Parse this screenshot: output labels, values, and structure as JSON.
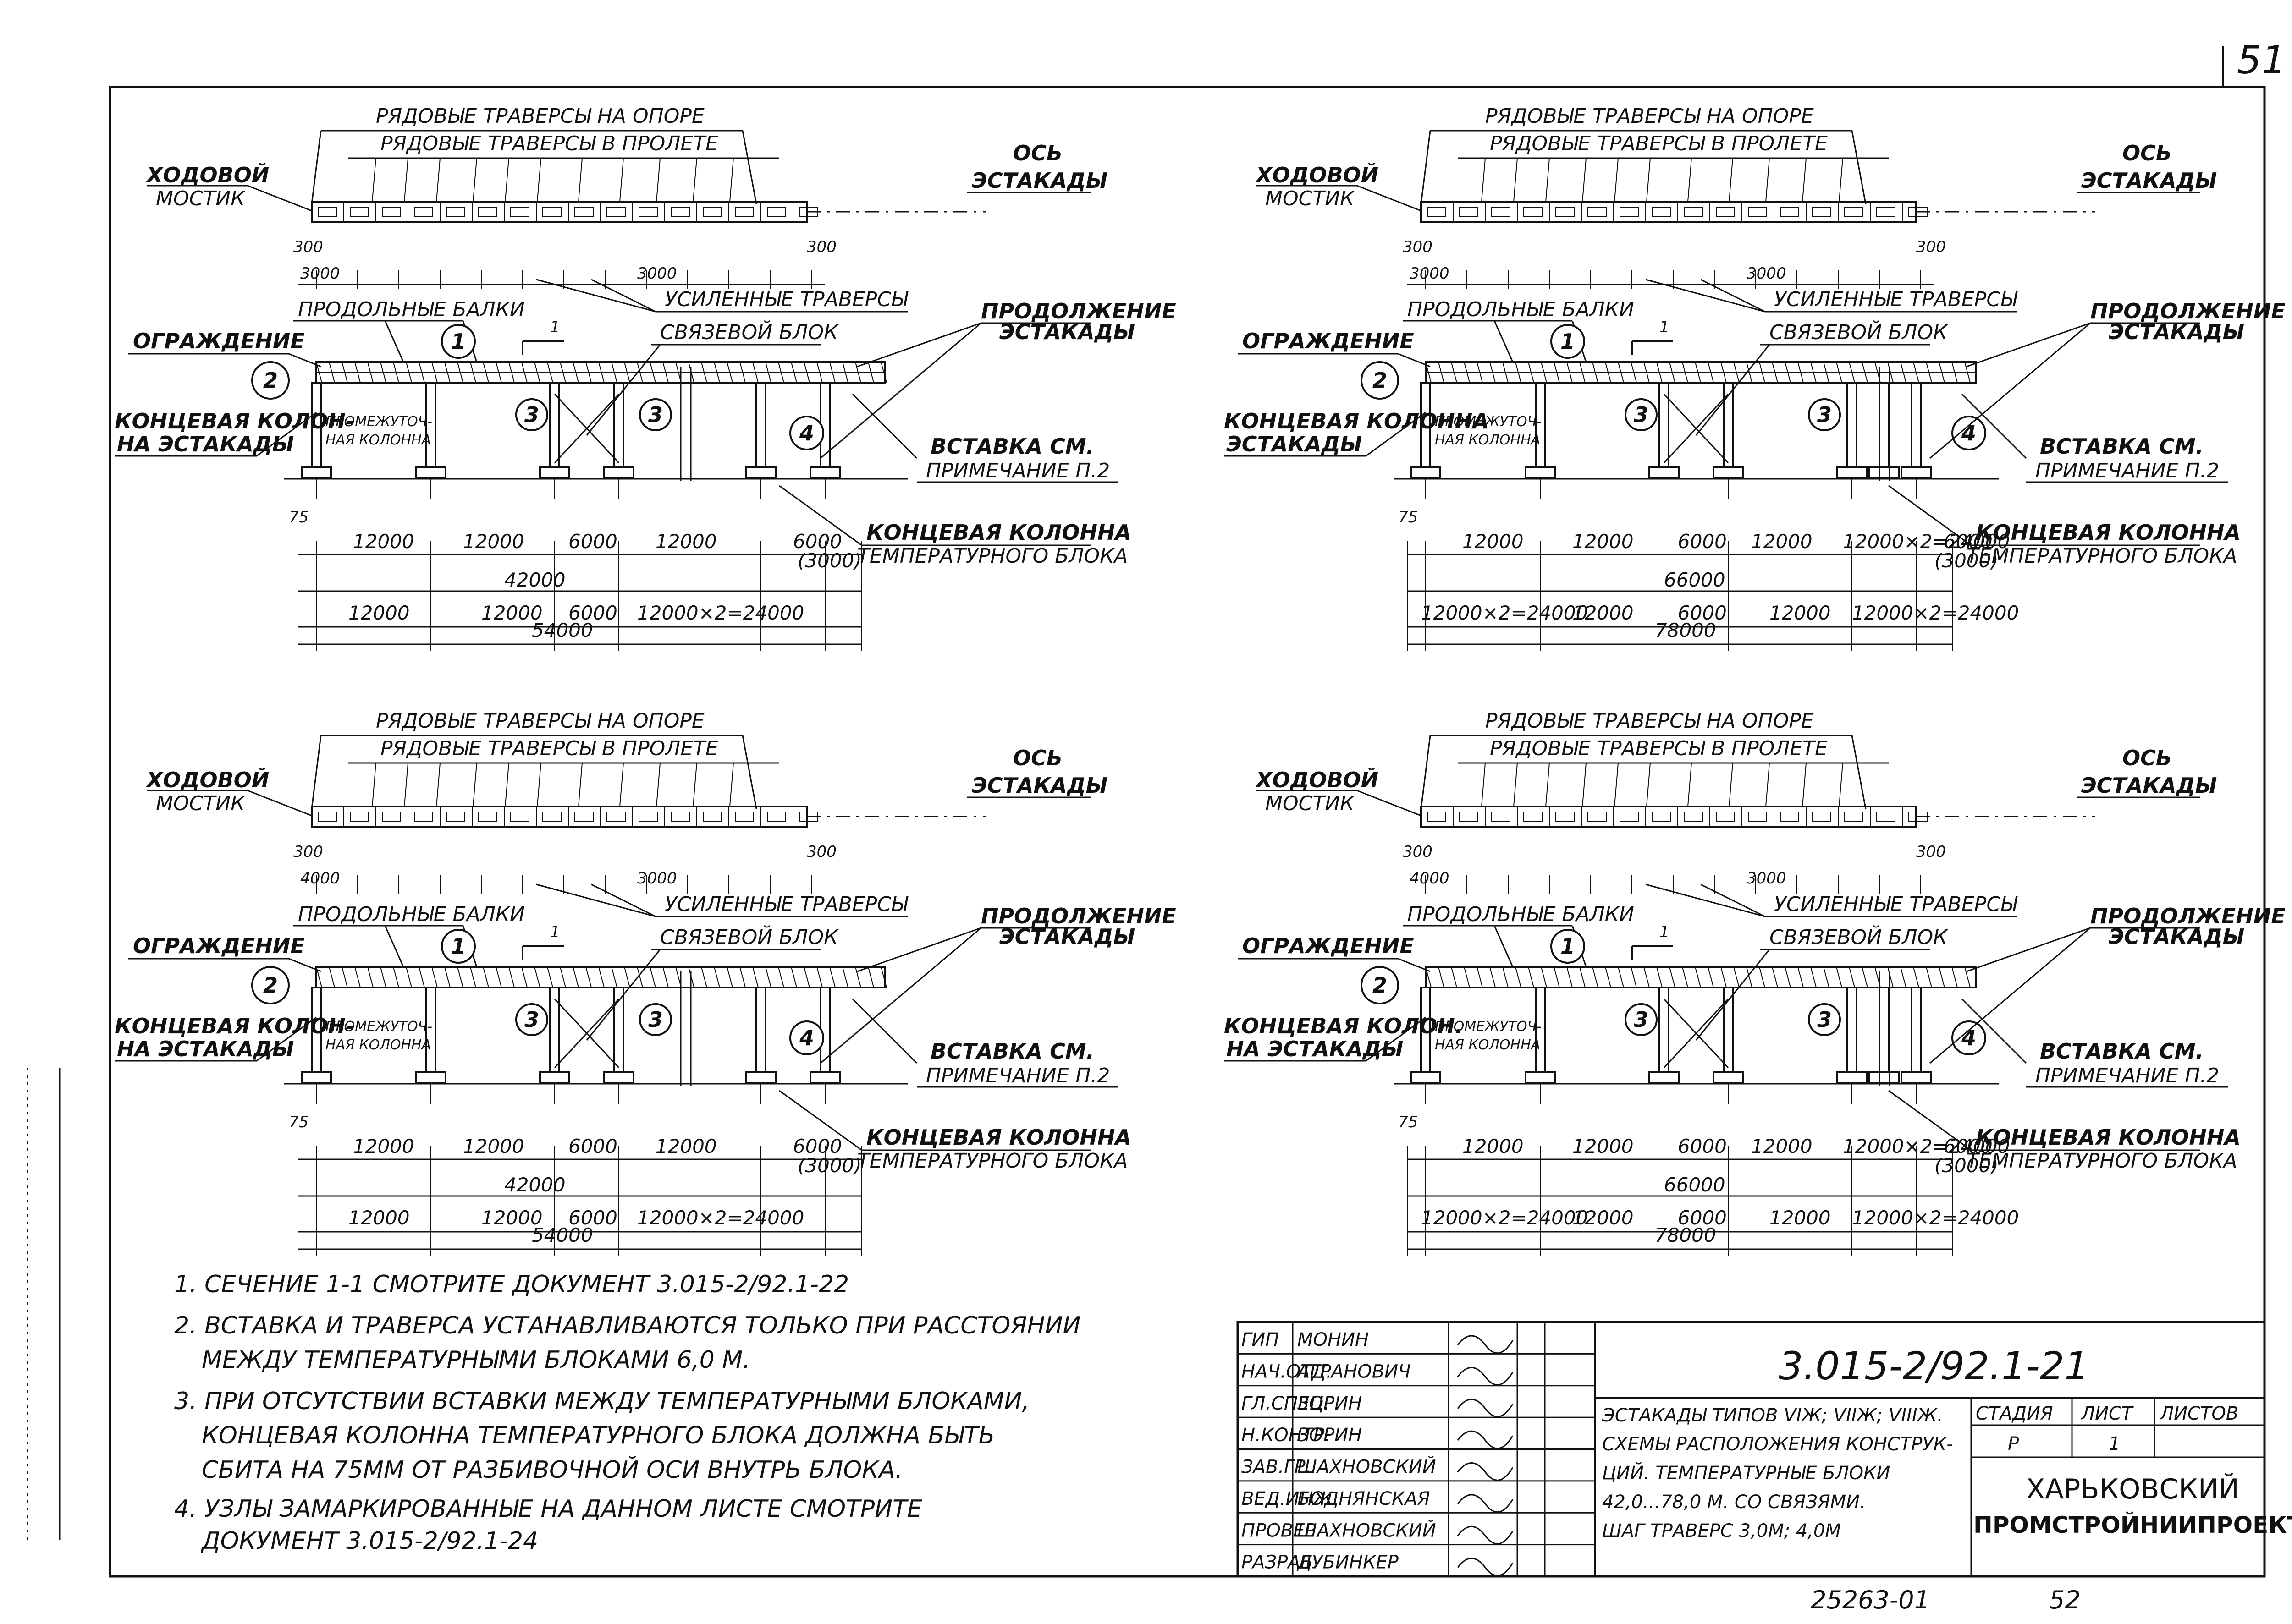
{
  "page_number": "51",
  "bottom_number": "52",
  "archive_number": "25263-01",
  "diagrams": [
    {
      "id": "d1",
      "labels": {
        "top1": "РЯДОВЫЕ ТРАВЕРСЫ НА ОПОРЕ",
        "top2": "РЯДОВЫЕ ТРАВЕРСЫ В ПРОЛЕТЕ",
        "bridge1": "ХОДОВОЙ",
        "bridge2": "МОСТИК",
        "axis1": "ОСЬ",
        "axis2": "ЭСТАКАДЫ",
        "reinforced": "УСИЛЕННЫЕ ТРАВЕРСЫ",
        "beams": "ПРОДОЛЬНЫЕ БАЛКИ",
        "fence": "ОГРАЖДЕНИЕ",
        "brace": "СВЯЗЕВОЙ БЛОК",
        "cont1": "ПРОДОЛЖЕНИЕ",
        "cont2": "ЭСТАКАДЫ",
        "endcol1": "КОНЦЕВАЯ КОЛОН-",
        "endcol2": "НА ЭСТАКАДЫ",
        "mid1": "ПРОМЕЖУТОЧ-",
        "mid2": "НАЯ КОЛОННА",
        "insert1": "ВСТАВКА СМ.",
        "insert2": "ПРИМЕЧАНИЕ П.2",
        "tcol1": "КОНЦЕВАЯ КОЛОННА",
        "tcol2": "ТЕМПЕРАТУРНОГО БЛОКА",
        "c1": "1",
        "c2": "2",
        "c3": "3",
        "c4": "4",
        "sec": "1",
        "d75": "75",
        "d300": "300",
        "span_a": "3000",
        "span_b": "3000",
        "row1": [
          "12000",
          "12000",
          "6000",
          "12000",
          "6000"
        ],
        "row1_extra": "(3000)",
        "total1": "42000",
        "row2": [
          "12000",
          "12000",
          "6000",
          "12000×2=24000"
        ],
        "total2": "54000"
      }
    },
    {
      "id": "d2",
      "labels": {
        "top1": "РЯДОВЫЕ ТРАВЕРСЫ НА ОПОРЕ",
        "top2": "РЯДОВЫЕ ТРАВЕРСЫ В ПРОЛЕТЕ",
        "bridge1": "ХОДОВОЙ",
        "bridge2": "МОСТИК",
        "axis1": "ОСЬ",
        "axis2": "ЭСТАКАДЫ",
        "reinforced": "УСИЛЕННЫЕ ТРАВЕРСЫ",
        "beams": "ПРОДОЛЬНЫЕ БАЛКИ",
        "fence": "ОГРАЖДЕНИЕ",
        "brace": "СВЯЗЕВОЙ БЛОК",
        "cont1": "ПРОДОЛЖЕНИЕ",
        "cont2": "ЭСТАКАДЫ",
        "endcol1": "КОНЦЕВАЯ КОЛОННА",
        "endcol2": "ЭСТАКАДЫ",
        "mid1": "ПРОМЕЖУТОЧ-",
        "mid2": "НАЯ КОЛОННА",
        "insert1": "ВСТАВКА СМ.",
        "insert2": "ПРИМЕЧАНИЕ П.2",
        "tcol1": "КОНЦЕВАЯ КОЛОННА",
        "tcol2": "ТЕМПЕРАТУРНОГО БЛОКА",
        "c1": "1",
        "c2": "2",
        "c3": "3",
        "c4": "4",
        "sec": "1",
        "d75": "75",
        "d300": "300",
        "span_a": "3000",
        "span_b": "3000",
        "row1": [
          "12000",
          "12000",
          "6000",
          "12000",
          "12000×2=24000",
          "6000"
        ],
        "row1_extra": "(3000)",
        "total1": "66000",
        "row2": [
          "12000×2=24000",
          "12000",
          "6000",
          "12000",
          "12000×2=24000"
        ],
        "total2": "78000"
      }
    },
    {
      "id": "d3",
      "labels": {
        "top1": "РЯДОВЫЕ ТРАВЕРСЫ НА ОПОРЕ",
        "top2": "РЯДОВЫЕ ТРАВЕРСЫ В ПРОЛЕТЕ",
        "bridge1": "ХОДОВОЙ",
        "bridge2": "МОСТИК",
        "axis1": "ОСЬ",
        "axis2": "ЭСТАКАДЫ",
        "reinforced": "УСИЛЕННЫЕ ТРАВЕРСЫ",
        "beams": "ПРОДОЛЬНЫЕ БАЛКИ",
        "fence": "ОГРАЖДЕНИЕ",
        "brace": "СВЯЗЕВОЙ БЛОК",
        "cont1": "ПРОДОЛЖЕНИЕ",
        "cont2": "ЭСТАКАДЫ",
        "endcol1": "КОНЦЕВАЯ КОЛОН-",
        "endcol2": "НА ЭСТАКАДЫ",
        "mid1": "ПРОМЕЖУТОЧ-",
        "mid2": "НАЯ КОЛОННА",
        "insert1": "ВСТАВКА СМ.",
        "insert2": "ПРИМЕЧАНИЕ П.2",
        "tcol1": "КОНЦЕВАЯ КОЛОННА",
        "tcol2": "ТЕМПЕРАТУРНОГО БЛОКА",
        "c1": "1",
        "c2": "2",
        "c3": "3",
        "c4": "4",
        "sec": "1",
        "d75": "75",
        "d300": "300",
        "span_a": "4000",
        "span_b": "3000",
        "row1": [
          "12000",
          "12000",
          "6000",
          "12000",
          "6000"
        ],
        "row1_extra": "(3000)",
        "total1": "42000",
        "row2": [
          "12000",
          "12000",
          "6000",
          "12000×2=24000"
        ],
        "total2": "54000"
      }
    },
    {
      "id": "d4",
      "labels": {
        "top1": "РЯДОВЫЕ ТРАВЕРСЫ НА ОПОРЕ",
        "top2": "РЯДОВЫЕ ТРАВЕРСЫ В ПРОЛЕТЕ",
        "bridge1": "ХОДОВОЙ",
        "bridge2": "МОСТИК",
        "axis1": "ОСЬ",
        "axis2": "ЭСТАКАДЫ",
        "reinforced": "УСИЛЕННЫЕ ТРАВЕРСЫ",
        "beams": "ПРОДОЛЬНЫЕ БАЛКИ",
        "fence": "ОГРАЖДЕНИЕ",
        "brace": "СВЯЗЕВОЙ БЛОК",
        "cont1": "ПРОДОЛЖЕНИЕ",
        "cont2": "ЭСТАКАДЫ",
        "endcol1": "КОНЦЕВАЯ КОЛОН.",
        "endcol2": "НА ЭСТАКАДЫ",
        "mid1": "ПРОМЕЖУТОЧ-",
        "mid2": "НАЯ КОЛОННА",
        "insert1": "ВСТАВКА СМ.",
        "insert2": "ПРИМЕЧАНИЕ П.2",
        "tcol1": "КОНЦЕВАЯ КОЛОННА",
        "tcol2": "ТЕМПЕРАТУРНОГО БЛОКА",
        "c1": "1",
        "c2": "2",
        "c3": "3",
        "c4": "4",
        "sec": "1",
        "d75": "75",
        "d300": "300",
        "span_a": "4000",
        "span_b": "3000",
        "row1": [
          "12000",
          "12000",
          "6000",
          "12000",
          "12000×2=24000",
          "6000"
        ],
        "row1_extra": "(3000)",
        "total1": "66000",
        "row2": [
          "12000×2=24000",
          "12000",
          "6000",
          "12000",
          "12000×2=24000"
        ],
        "total2": "78000"
      }
    }
  ],
  "notes": [
    "1. СЕЧЕНИЕ 1-1 СМОТРИТЕ ДОКУМЕНТ 3.015-2/92.1-22",
    "2. ВСТАВКА И ТРАВЕРСА УСТАНАВЛИВАЮТСЯ ТОЛЬКО ПРИ РАССТОЯНИИ",
    "МЕЖДУ ТЕМПЕРАТУРНЫМИ БЛОКАМИ 6,0 М.",
    "3. ПРИ ОТСУТСТВИИ ВСТАВКИ МЕЖДУ ТЕМПЕРАТУРНЫМИ БЛОКАМИ,",
    "КОНЦЕВАЯ КОЛОННА ТЕМПЕРАТУРНОГО БЛОКА ДОЛЖНА БЫТЬ",
    "СБИТА НА 75ММ ОТ РАЗБИВОЧНОЙ ОСИ ВНУТРЬ БЛОКА.",
    "4. УЗЛЫ ЗАМАРКИРОВАННЫЕ НА ДАННОМ ЛИСТЕ СМОТРИТЕ",
    "ДОКУМЕНТ 3.015-2/92.1-24"
  ],
  "title_block": {
    "doc_code": "3.015-2/92.1-21",
    "roles": [
      "ГИП",
      "НАЧ.ОТД.",
      "ГЛ.СПЕЦ.",
      "Н.КОНТР.",
      "ЗАВ.ГР.",
      "ВЕД.ИНЖ.",
      "ПРОВЕР.",
      "РАЗРАБ."
    ],
    "names": [
      "МОНИН",
      "АГРАНОВИЧ",
      "ЗОРИН",
      "ЗОРИН",
      "ШАХНОВСКИЙ",
      "БОДНЯНСКАЯ",
      "ШАХНОВСКИЙ",
      "ДУБИНКЕР"
    ],
    "description": [
      "ЭСТАКАДЫ ТИПОВ VIЖ; VIIЖ; VIIIЖ.",
      "СХЕМЫ РАСПОЛОЖЕНИЯ КОНСТРУК-",
      "ЦИЙ. ТЕМПЕРАТУРНЫЕ БЛОКИ",
      "42,0...78,0 М. СО СВЯЗЯМИ.",
      "ШАГ ТРАВЕРС 3,0М; 4,0М"
    ],
    "stage_header": "СТАДИЯ",
    "sheet_header": "ЛИСТ",
    "sheets_header": "ЛИСТОВ",
    "stage": "Р",
    "sheet": "1",
    "org1": "ХАРЬКОВСКИЙ",
    "org2": "ПРОМСТРОЙНИИПРОЕКТ"
  }
}
